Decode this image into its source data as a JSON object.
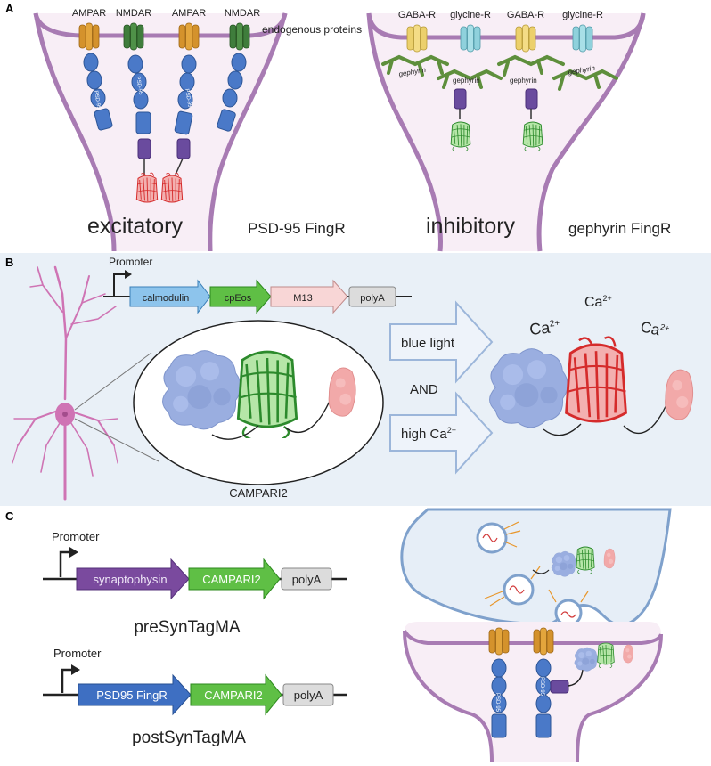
{
  "colors": {
    "panel_bg": "#e9f0f7",
    "membrane": "#a87bb3",
    "cyto": "#f8eef6",
    "ampar": "#d4922c",
    "nmdar": "#3f7d3c",
    "gabar": "#ecd06c",
    "glyr": "#8fd1dc",
    "psd95": "#4a79c8",
    "gephyrin": "#5e8f3c",
    "red_fp": "#e53a3a",
    "green_fp": "#3aa83a",
    "calmodulin": "#9fb3e0",
    "m13": "#f0a6a6",
    "neuron": "#cf74b4",
    "arrow_fill": "#eef3fa",
    "arrow_stroke": "#9cb6da"
  },
  "panel_a": {
    "letter": "A",
    "receptors_left": [
      "AMPAR",
      "NMDAR",
      "AMPAR",
      "NMDAR"
    ],
    "endogenous_label": "endogenous proteins",
    "psd_label": "PSD-95",
    "left_big_label": "excitatory",
    "left_fingr_label": "PSD-95 FingR",
    "receptors_right": [
      "GABA-R",
      "glycine-R",
      "GABA-R",
      "glycine-R"
    ],
    "gephyrin_label": "gephyrin",
    "right_big_label": "inhibitory",
    "right_fingr_label": "gephyrin FingR"
  },
  "panel_b": {
    "letter": "B",
    "promoter": "Promoter",
    "construct": [
      "calmodulin",
      "cpEos",
      "M13",
      "polyA"
    ],
    "arrow_top_label": "blue light",
    "and_label": "AND",
    "arrow_bottom_label": "high Ca",
    "arrow_bottom_sup": "2+",
    "ca_base": "Ca",
    "ca_sup": "2+",
    "name": "CAMPARI2"
  },
  "panel_c": {
    "letter": "C",
    "promoter_1": "Promoter",
    "construct_1": [
      "synaptophysin",
      "CAMPARI2",
      "polyA"
    ],
    "name_1": "preSynTagMA",
    "promoter_2": "Promoter",
    "construct_2": [
      "PSD95 FingR",
      "CAMPARI2",
      "polyA"
    ],
    "name_2": "postSynTagMA",
    "psd_label": "PSD-95"
  }
}
